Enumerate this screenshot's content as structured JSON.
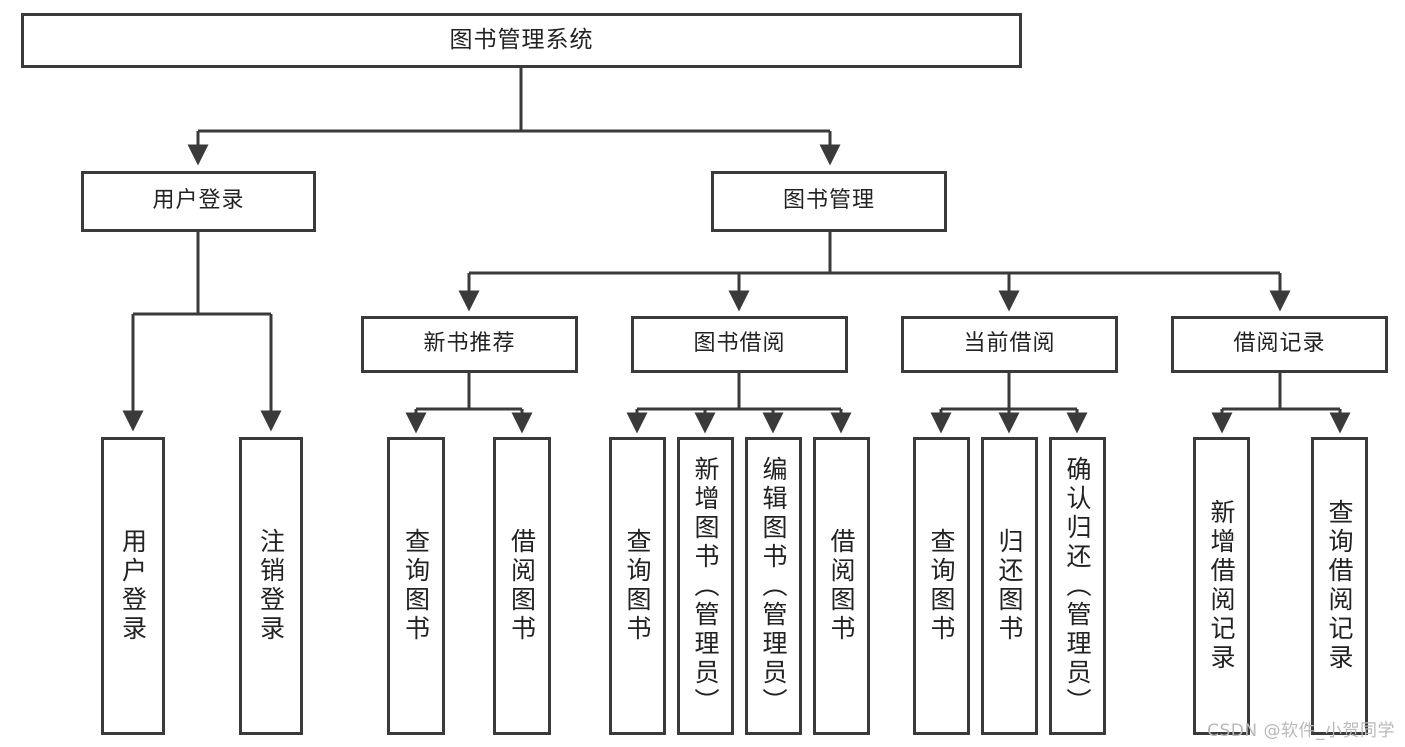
{
  "diagram": {
    "title": "图书管理系统",
    "type": "tree",
    "watermark": "CSDN @软件_小贺同学",
    "colors": {
      "box_border": "#3a3a3a",
      "box_fill": "#ffffff",
      "connector": "#3a3a3a",
      "text": "#222222",
      "watermark": "#b9b9b9"
    },
    "root": {
      "label": "图书管理系统",
      "orientation": "horizontal"
    },
    "level2": [
      {
        "label": "用户登录",
        "orientation": "horizontal"
      },
      {
        "label": "图书管理",
        "orientation": "horizontal"
      }
    ],
    "level3": [
      {
        "label": "新书推荐",
        "orientation": "horizontal"
      },
      {
        "label": "图书借阅",
        "orientation": "horizontal"
      },
      {
        "label": "当前借阅",
        "orientation": "horizontal"
      },
      {
        "label": "借阅记录",
        "orientation": "horizontal"
      }
    ],
    "leaves": {
      "user_login": [
        {
          "label": "用户登录",
          "orientation": "vertical"
        },
        {
          "label": "注销登录",
          "orientation": "vertical"
        }
      ],
      "new_book_recommend": [
        {
          "label": "查询图书",
          "orientation": "vertical"
        },
        {
          "label": "借阅图书",
          "orientation": "vertical"
        }
      ],
      "book_borrow": [
        {
          "label": "查询图书",
          "orientation": "vertical"
        },
        {
          "label": "新增图书（管理员）",
          "orientation": "vertical"
        },
        {
          "label": "编辑图书（管理员）",
          "orientation": "vertical"
        },
        {
          "label": "借阅图书",
          "orientation": "vertical"
        }
      ],
      "current_borrow": [
        {
          "label": "查询图书",
          "orientation": "vertical"
        },
        {
          "label": "归还图书",
          "orientation": "vertical"
        },
        {
          "label": "确认归还（管理员）",
          "orientation": "vertical"
        }
      ],
      "borrow_record": [
        {
          "label": "新增借阅记录",
          "orientation": "vertical"
        },
        {
          "label": "查询借阅记录",
          "orientation": "vertical"
        }
      ]
    }
  }
}
